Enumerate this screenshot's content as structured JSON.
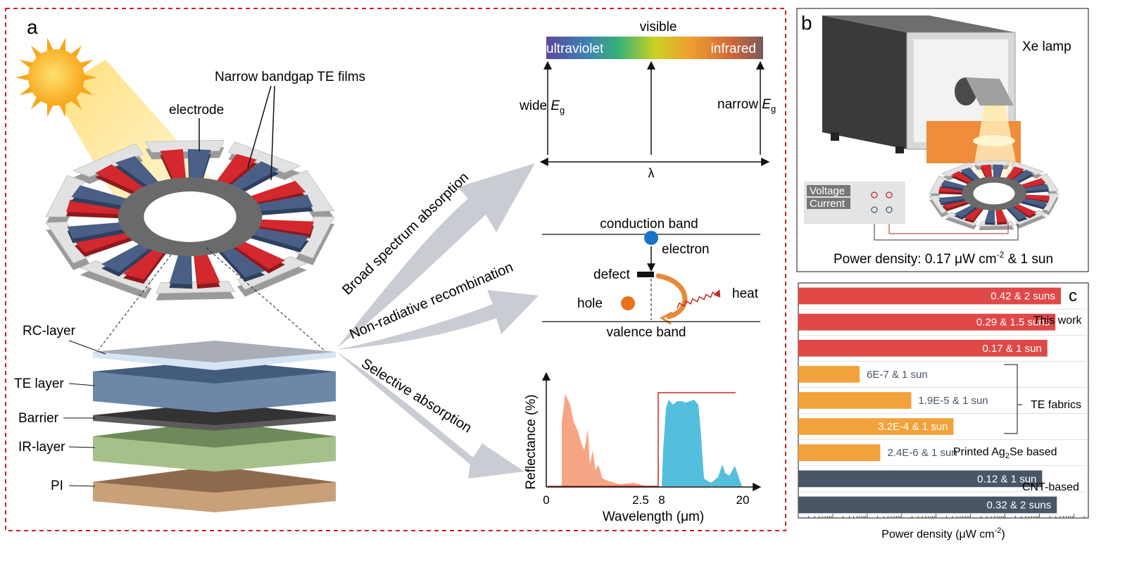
{
  "panel_a": {
    "letter": "a",
    "narrow_te_films": "Narrow bandgap TE films",
    "electrode": "electrode",
    "layers": {
      "rc": "RC-layer",
      "te": "TE layer",
      "barrier": "Barrier",
      "ir": "IR-layer",
      "pi": "PI"
    },
    "arrows": {
      "broad": "Broad spectrum absorption",
      "nonrad": "Non-radiative recombination",
      "selective": "Selective absorption"
    },
    "spectrum": {
      "visible": "visible",
      "ultraviolet": "ultraviolet",
      "infrared": "infrared",
      "wide_prefix": "wide ",
      "narrow_prefix": "narrow ",
      "eg_symbol": "E",
      "eg_sub": "g",
      "lambda": "λ"
    },
    "bands": {
      "conduction": "conduction band",
      "valence": "valence band",
      "electron": "electron",
      "defect": "defect",
      "hole": "hole",
      "heat": "heat"
    },
    "reflectance_plot": {
      "ylabel": "Reflectance   (%)",
      "xlabel": "Wavelength (μm)",
      "ticks": [
        "0",
        "2.5",
        "8",
        "20"
      ]
    }
  },
  "panel_b": {
    "letter": "b",
    "lamp": "Xe lamp",
    "voltage": "Voltage",
    "current": "Current",
    "power_prefix": "Power density: 0.17 μW cm",
    "power_exp": "-2",
    "power_suffix": " & 1 sun"
  },
  "panel_c": {
    "letter": "c",
    "xlabel_prefix": "Power density (μW cm",
    "xlabel_exp": "-2",
    "xlabel_suffix": ")",
    "groups": {
      "this_work": "This work",
      "te_fabrics": "TE fabrics",
      "printed_prefix": "Printed Ag",
      "printed_sub": "2",
      "printed_suffix": "Se based",
      "cnt": "CNT-based"
    }
  },
  "chart_data": {
    "type": "bar",
    "orientation": "horizontal",
    "x_scale": "log",
    "xlabel": "Power density (μW cm-2)",
    "categories": [
      "0.42 & 2 suns",
      "0.29 & 1.5 suns",
      "0.17 & 1 sun",
      "6E-7 & 1 sun",
      "1.9E-5 & 1 sun",
      "3.2E-4 & 1 sun",
      "2.4E-6 & 1 sun",
      "0.12 & 1 sun",
      "0.32 & 2 suns"
    ],
    "values": [
      0.42,
      0.29,
      0.17,
      6e-07,
      1.9e-05,
      0.00032,
      2.4e-06,
      0.12,
      0.32
    ],
    "groups": [
      "This work",
      "This work",
      "This work",
      "TE fabrics",
      "TE fabrics",
      "TE fabrics",
      "Printed Ag2Se based",
      "CNT-based",
      "CNT-based"
    ],
    "colors": [
      "#e04848",
      "#e04848",
      "#e04848",
      "#f2a23a",
      "#f2a23a",
      "#f2a23a",
      "#f2a23a",
      "#4a5666",
      "#4a5666"
    ],
    "grid": true
  }
}
